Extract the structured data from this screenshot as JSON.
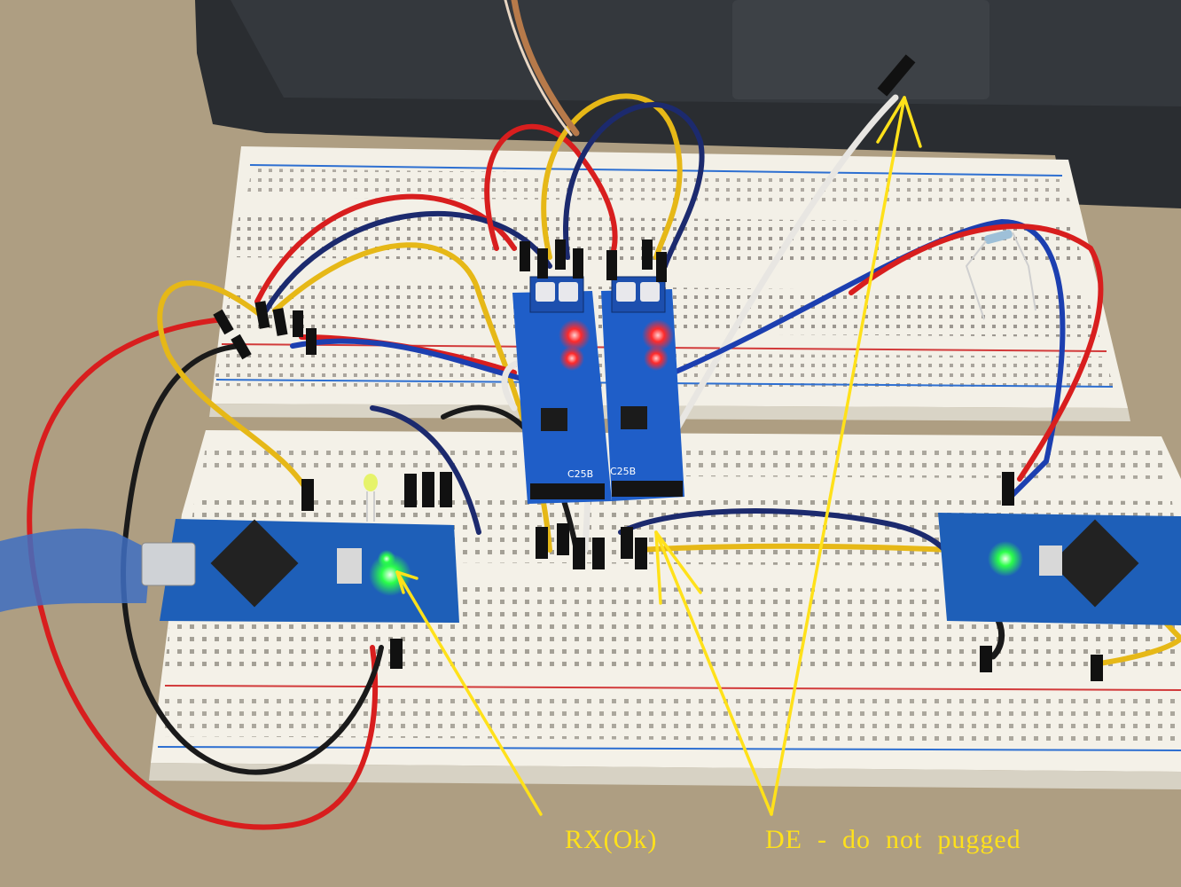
{
  "annotations": {
    "rx_label": "RX(Ok)",
    "de_label": "DE  -  do  not  pugged"
  },
  "modules": {
    "left_chip_code": "C25B",
    "right_chip_code": "C25B"
  },
  "colors": {
    "annotation": "#ffe11a",
    "breadboard": "#f2efe6",
    "arduino_pcb": "#1e5fb8",
    "rs485_pcb": "#1f5ec8",
    "wire_red": "#d81e1e",
    "wire_blue": "#1c3fb0",
    "wire_yellow": "#e6b817",
    "wire_black": "#1a1a1a",
    "wire_white": "#e8e6e2"
  },
  "icons": [
    "usb-cable-icon",
    "led-icon"
  ]
}
